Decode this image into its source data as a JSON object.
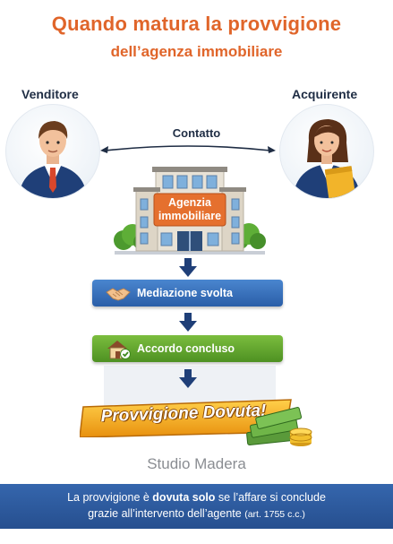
{
  "header": {
    "title": "Quando matura la provvigione",
    "subtitle": "dell’agenza immobiliare"
  },
  "parties": {
    "seller_label": "Venditore",
    "buyer_label": "Acquirente",
    "contact_label": "Contatto"
  },
  "agency": {
    "sign_line1": "Agenzia",
    "sign_line2": "immobiliare"
  },
  "steps": {
    "mediation_label": "Mediazione svolta",
    "agreement_label": "Accordo concluso"
  },
  "result": {
    "commission_label": "Provvigione Dovuta!"
  },
  "watermark": "Studio Madera",
  "footer": {
    "line1_pre": "La provvigione è ",
    "line1_bold": "dovuta solo",
    "line1_post": " se l’affare si conclude",
    "line2": "grazie all’intervento dell’agente",
    "reference": "(art. 1755 c.c.)"
  },
  "colors": {
    "accent_orange": "#e0652a",
    "dark_text": "#1f2d44",
    "step_blue": "#2a5ea8",
    "step_green": "#4e9122",
    "banner_gold": "#f0a020",
    "footer_blue": "#2c5a9e"
  }
}
